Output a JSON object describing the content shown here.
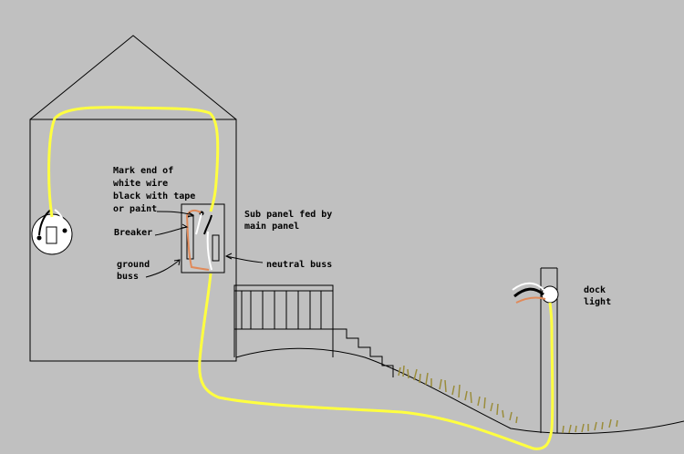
{
  "labels": {
    "mark_end": [
      "Mark end of",
      "white wire",
      "black with tape",
      "or paint"
    ],
    "breaker": "Breaker",
    "ground_buss": [
      "ground",
      "buss"
    ],
    "sub_panel": [
      "Sub panel fed by",
      "main panel"
    ],
    "neutral_buss": "neutral buss",
    "dock_light": [
      "dock",
      "light"
    ]
  },
  "colors": {
    "background": "#c0c0c0",
    "line": "#000000",
    "hot_wire": "#ffff40",
    "neutral_wire": "#ffffff",
    "ground_wire": "#e08a5a",
    "black_wire": "#000000",
    "grass": "#9a8c3a"
  }
}
